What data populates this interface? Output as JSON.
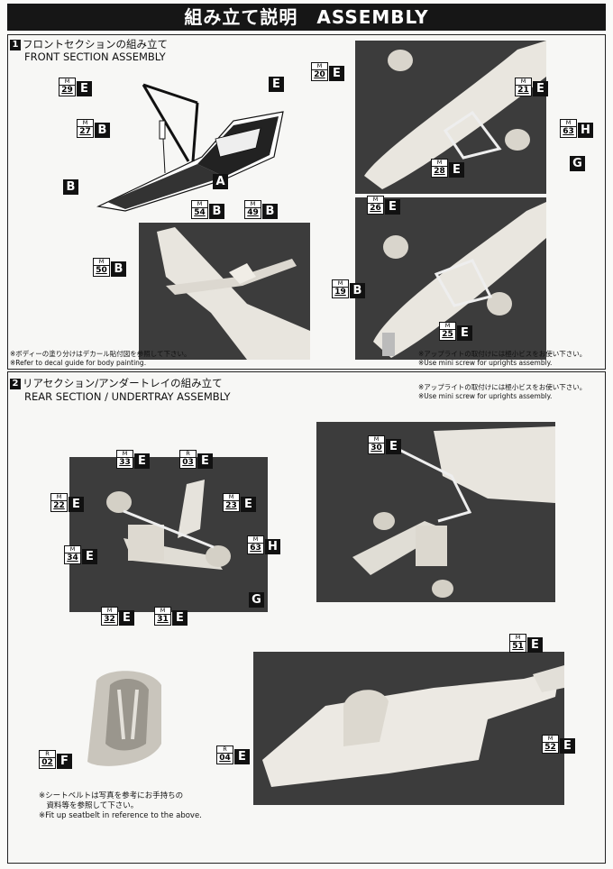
{
  "header": {
    "title": "組み立て説明　ASSEMBLY"
  },
  "section1": {
    "num": "1",
    "title_jp": "フロントセクションの組み立て",
    "title_en": "FRONT SECTION ASSEMBLY",
    "note_paint_jp": "※ボディーの塗り分けはデカール貼付図を参照して下さい。",
    "note_paint_en": "※Refer to decal guide for body painting.",
    "note_screw_jp": "※アップライトの取付けには極小ビスをお使い下さい。",
    "note_screw_en": "※Use mini screw for uprights assembly.",
    "labels": {
      "m29": {
        "pre": "M",
        "num": "29",
        "letter": "E"
      },
      "m27": {
        "pre": "M",
        "num": "27",
        "letter": "B"
      },
      "e_top": {
        "letter": "E"
      },
      "b_nose": {
        "letter": "B"
      },
      "a_under": {
        "letter": "A"
      },
      "m54": {
        "pre": "M",
        "num": "54",
        "letter": "B"
      },
      "m49": {
        "pre": "M",
        "num": "49",
        "letter": "B"
      },
      "m50": {
        "pre": "M",
        "num": "50",
        "letter": "B"
      },
      "m20": {
        "pre": "M",
        "num": "20",
        "letter": "E"
      },
      "m21": {
        "pre": "M",
        "num": "21",
        "letter": "E"
      },
      "m63": {
        "pre": "M",
        "num": "63",
        "letter": "H"
      },
      "g_right": {
        "letter": "G"
      },
      "m28": {
        "pre": "M",
        "num": "28",
        "letter": "E"
      },
      "m26": {
        "pre": "M",
        "num": "26",
        "letter": "E"
      },
      "m19": {
        "pre": "M",
        "num": "19",
        "letter": "B"
      },
      "m25": {
        "pre": "M",
        "num": "25",
        "letter": "E"
      }
    }
  },
  "section2": {
    "num": "2",
    "title_jp": "リアセクション/アンダートレイの組み立て",
    "title_en": "REAR SECTION / UNDERTRAY ASSEMBLY",
    "note_screw_jp": "※アップライトの取付けには極小ビスをお使い下さい。",
    "note_screw_en": "※Use mini screw for uprights assembly.",
    "note_belt_jp1": "※シートベルトは写真を参考にお手持ちの",
    "note_belt_jp2": "　資料等を参照して下さい。",
    "note_belt_en": "※Fit up seatbelt in reference to the above.",
    "labels": {
      "m33": {
        "pre": "M",
        "num": "33",
        "letter": "E"
      },
      "r03": {
        "pre": "R",
        "num": "03",
        "letter": "E"
      },
      "m22": {
        "pre": "M",
        "num": "22",
        "letter": "E"
      },
      "m23": {
        "pre": "M",
        "num": "23",
        "letter": "E"
      },
      "m34": {
        "pre": "M",
        "num": "34",
        "letter": "E"
      },
      "m63": {
        "pre": "M",
        "num": "63",
        "letter": "H"
      },
      "g": {
        "letter": "G"
      },
      "m32": {
        "pre": "M",
        "num": "32",
        "letter": "E"
      },
      "m31": {
        "pre": "M",
        "num": "31",
        "letter": "E"
      },
      "m30": {
        "pre": "M",
        "num": "30",
        "letter": "E"
      },
      "m51": {
        "pre": "M",
        "num": "51",
        "letter": "E"
      },
      "r04": {
        "pre": "R",
        "num": "04",
        "letter": "E"
      },
      "m52": {
        "pre": "M",
        "num": "52",
        "letter": "E"
      },
      "r02": {
        "pre": "R",
        "num": "02",
        "letter": "F"
      }
    }
  }
}
